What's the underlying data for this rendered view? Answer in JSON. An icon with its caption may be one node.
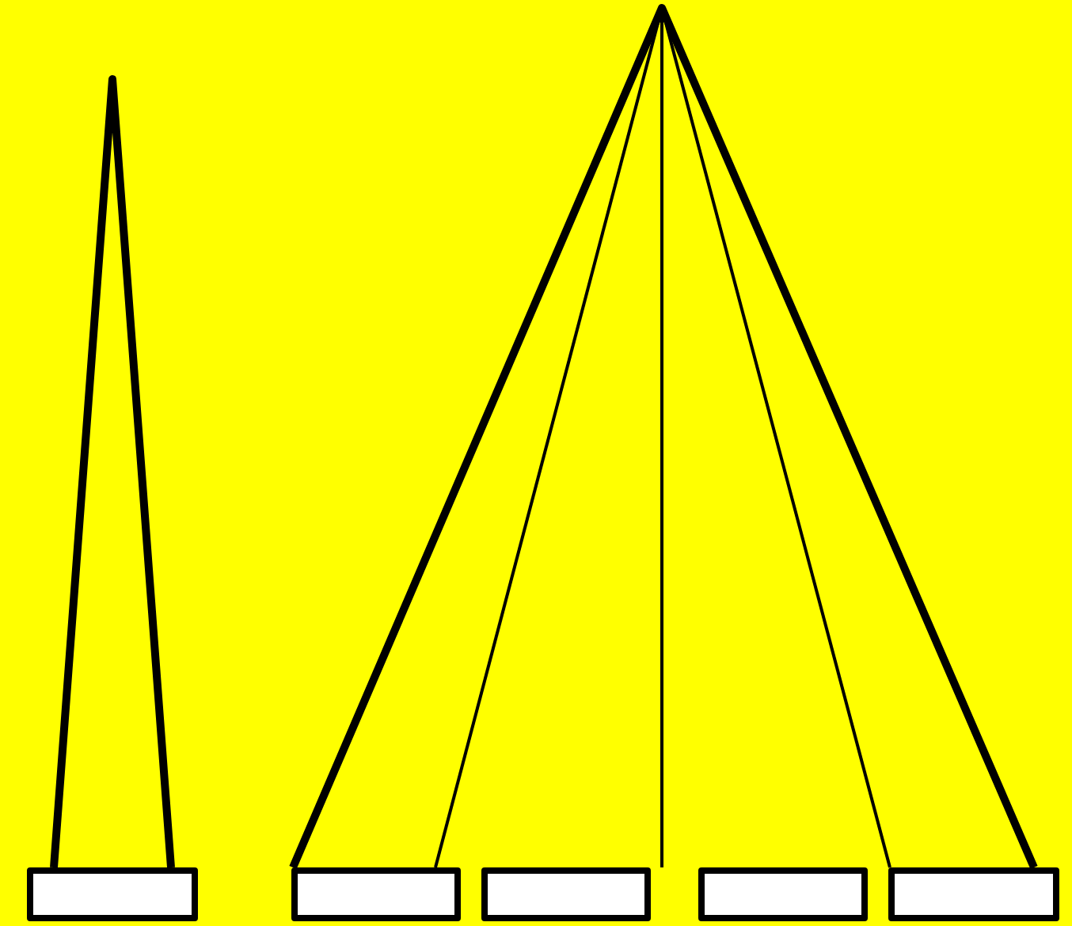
{
  "diagram": {
    "nodes": [
      {
        "text": [],
        "shape": "triangle"
      },
      {
        "text": [],
        "shape": "triangle"
      },
      {
        "text": [],
        "shape": "box"
      },
      {
        "text": [],
        "shape": "box"
      },
      {
        "text": [],
        "shape": "box"
      },
      {
        "text": [],
        "shape": "box"
      },
      {
        "text": [],
        "shape": "box"
      }
    ]
  }
}
